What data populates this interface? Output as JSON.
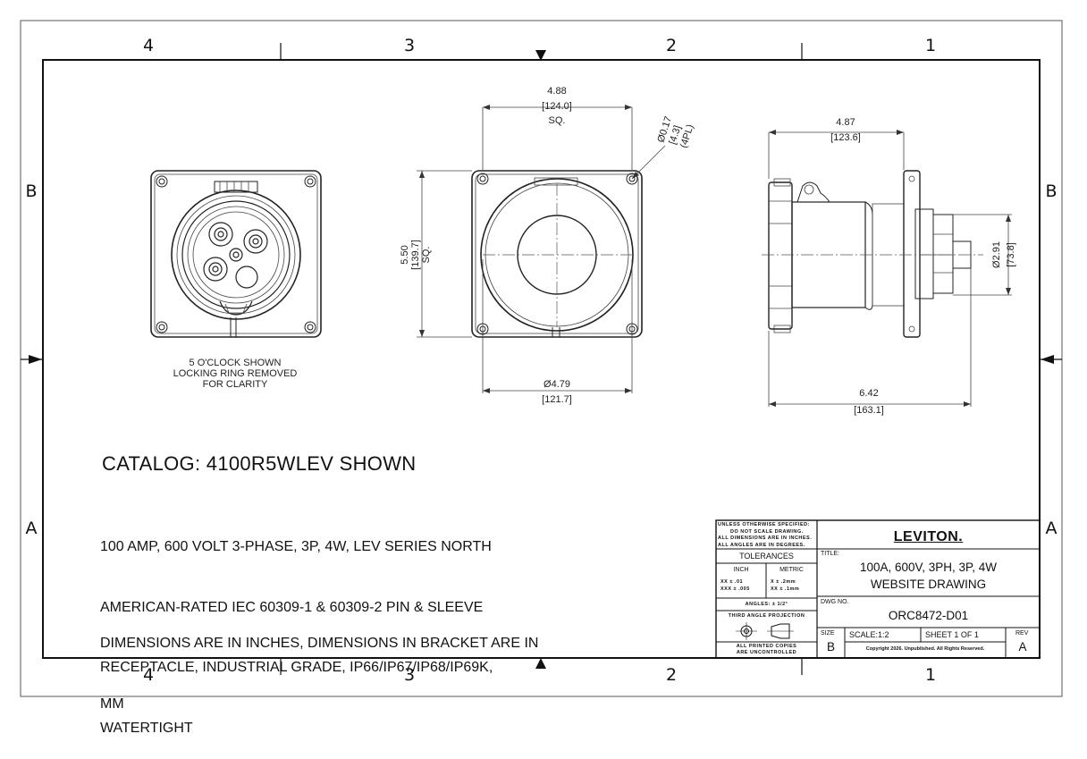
{
  "zones": {
    "columns": [
      "4",
      "3",
      "2",
      "1"
    ],
    "rows": [
      "B",
      "A"
    ]
  },
  "views": {
    "front": {
      "note_lines": [
        "5 O'CLOCK SHOWN",
        "LOCKING RING REMOVED",
        "FOR CLARITY"
      ]
    },
    "mid": {
      "width_in": "4.88",
      "width_mm": "[124.0]",
      "width_suffix": "SQ.",
      "hole_dia": "Ø0.17",
      "hole_mm": "[4.3]",
      "hole_count": "(4PL)",
      "height_in": "5.50",
      "height_mm": "[139.7]",
      "height_suffix": "SQ.",
      "dia_in": "Ø4.79",
      "dia_mm": "[121.7]"
    },
    "side": {
      "top_in": "4.87",
      "top_mm": "[123.6]",
      "bottom_in": "6.42",
      "bottom_mm": "[163.1]",
      "dia_in": "Ø2.91",
      "dia_mm": "[73.8]"
    }
  },
  "catalog_title": "CATALOG: 4100R5WLEV SHOWN",
  "description_lines": [
    "100 AMP, 600 VOLT 3-PHASE, 3P, 4W, LEV SERIES NORTH",
    "AMERICAN-RATED IEC 60309-1 & 60309-2 PIN & SLEEVE",
    "RECEPTACLE, INDUSTRIAL GRADE, IP66/IP67/IP68/IP69K,",
    "WATERTIGHT"
  ],
  "dimension_note_lines": [
    "DIMENSIONS ARE IN INCHES, DIMENSIONS IN BRACKET ARE IN",
    "MM"
  ],
  "title_block": {
    "unless_lines": [
      "UNLESS OTHERWISE SPECIFIED:",
      "DO NOT SCALE DRAWING.",
      "ALL DIMENSIONS ARE IN INCHES.",
      "ALL ANGLES ARE IN DEGREES."
    ],
    "tolerances_label": "TOLERANCES",
    "inch_label": "INCH",
    "metric_label": "METRIC",
    "inch_tol_1": "XX   ±  .01",
    "inch_tol_2": "XXX  ±  .005",
    "metric_tol_1": "X    ±  .2mm",
    "metric_tol_2": "XX   ±  .1mm",
    "angles": "ANGLES: ± 1/2°",
    "projection_label": "THIRD ANGLE PROJECTION",
    "copies_lines": [
      "ALL PRINTED COPIES",
      "ARE UNCONTROLLED"
    ],
    "logo": "LEVITON.",
    "title_label": "TITLE:",
    "title_line1": "100A, 600V, 3PH, 3P, 4W",
    "title_line2": "WEBSITE DRAWING",
    "dwg_label": "DWG NO.",
    "dwg_no": "ORC8472-D01",
    "size_label": "SIZE",
    "size_value": "B",
    "scale": "SCALE:1:2",
    "sheet": "SHEET 1 OF 1",
    "copyright": "Copyright 2026. Unpublished. All Rights Reserved.",
    "rev_label": "REV",
    "rev_value": "A"
  }
}
